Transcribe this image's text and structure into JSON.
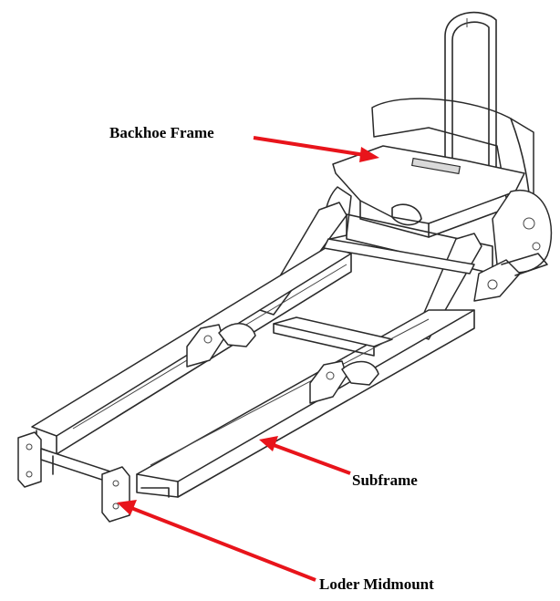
{
  "labels": {
    "backhoe_frame": "Backhoe Frame",
    "subframe": "Subframe",
    "loder_midmount": "Loder Midmount"
  },
  "colors": {
    "arrow": "#e8141b",
    "line": "#2a2a2a",
    "background": "#ffffff"
  }
}
